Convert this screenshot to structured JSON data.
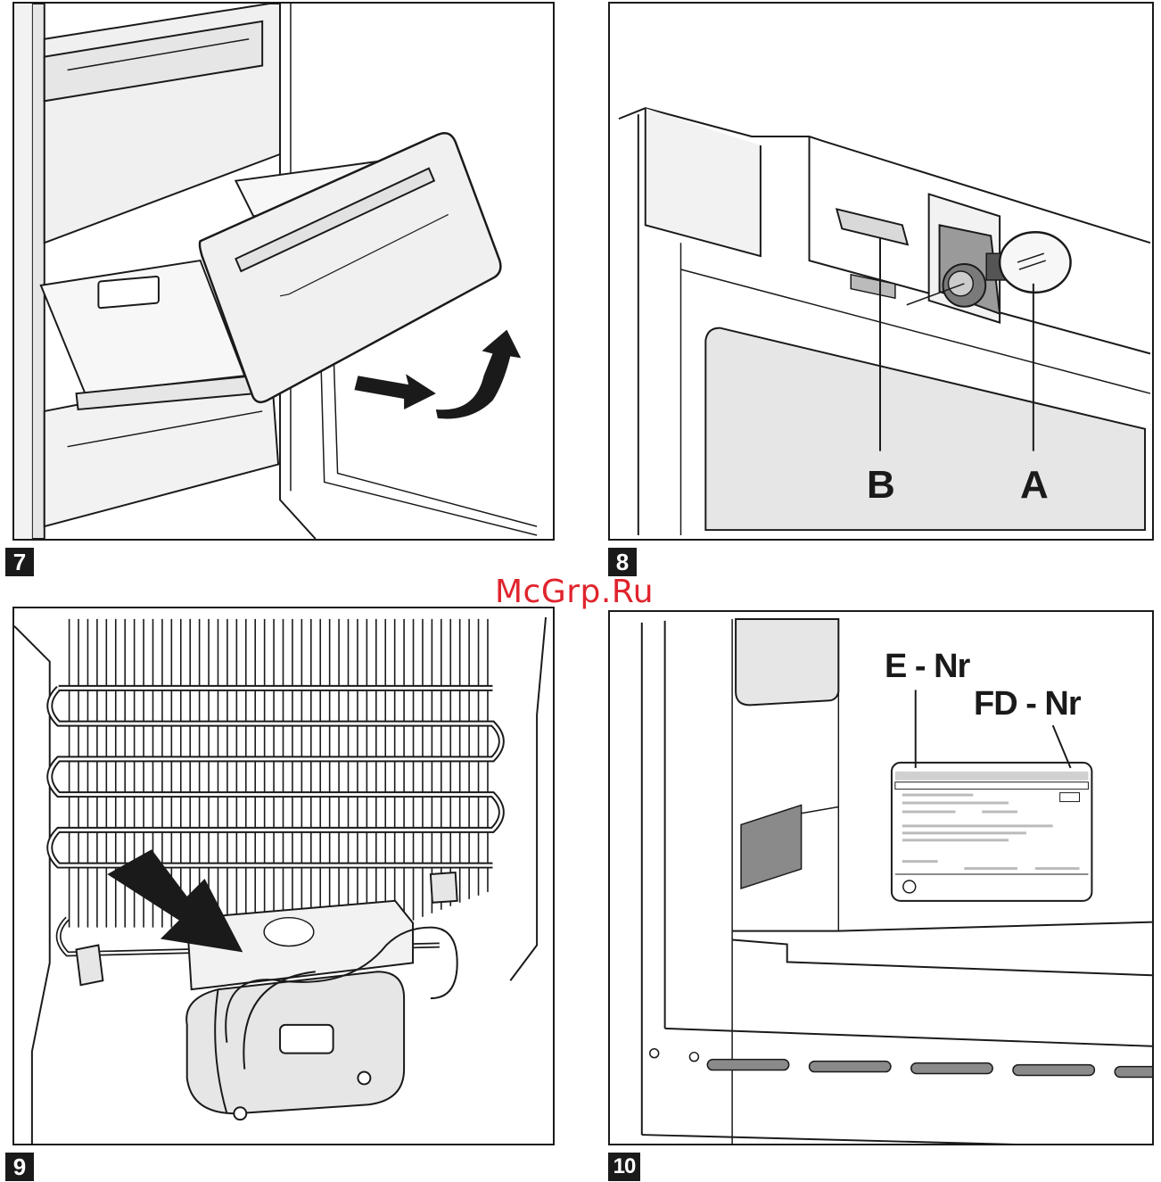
{
  "watermark": "McGrp.Ru",
  "figures": [
    {
      "number": "7"
    },
    {
      "number": "8",
      "labels": {
        "b": "B",
        "a": "A"
      }
    },
    {
      "number": "9"
    },
    {
      "number": "10",
      "labels": {
        "e_nr": "E - Nr",
        "fd_nr": "FD - Nr"
      }
    }
  ],
  "colors": {
    "line": "#1a1a1a",
    "shade": "#e6e6e6",
    "dark_shade": "#8a8a8a",
    "watermark": "#e0242d"
  }
}
